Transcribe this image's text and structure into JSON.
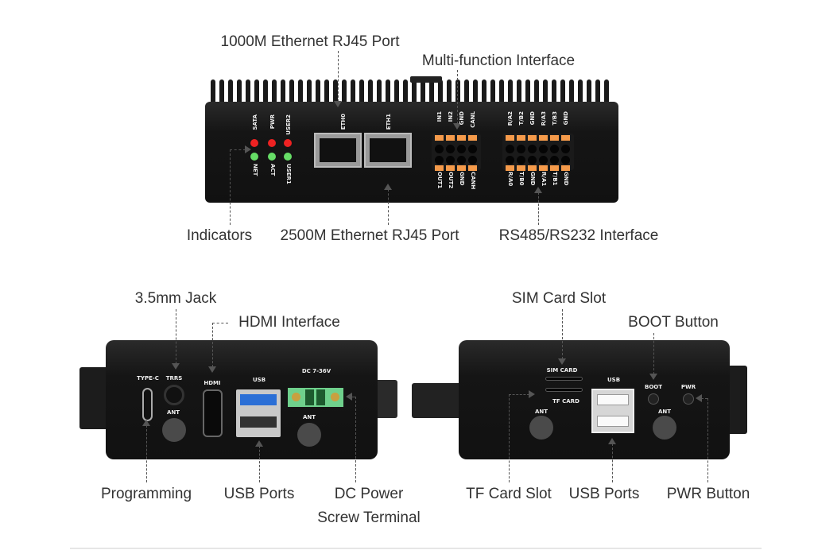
{
  "top_view": {
    "callouts": {
      "eth_1000m": "1000M Ethernet RJ45 Port",
      "multi_function": "Multi-function Interface",
      "indicators": "Indicators",
      "eth_2500m": "2500M Ethernet RJ45 Port",
      "rs485_rs232": "RS485/RS232 Interface"
    },
    "led_labels_top": [
      "SATA",
      "PWR",
      "USER2"
    ],
    "led_labels_bottom": [
      "NET",
      "ACT",
      "USER1"
    ],
    "port_labels": [
      "ETH0",
      "ETH1"
    ],
    "mf_top": [
      "IN1",
      "IN2",
      "GND",
      "CANL"
    ],
    "mf_bottom": [
      "OUT1",
      "OUT2",
      "GND",
      "CANH"
    ],
    "rs_top": [
      "R/A2",
      "T/B2",
      "GND",
      "R/A3",
      "T/B3",
      "GND"
    ],
    "rs_bottom": [
      "R/A0",
      "T/B0",
      "GND",
      "R/A1",
      "T/B1",
      "GND"
    ]
  },
  "left_view": {
    "callouts": {
      "jack": "3.5mm Jack",
      "hdmi": "HDMI Interface",
      "programming": "Programming",
      "usb": "USB Ports",
      "dc_line1": "DC Power",
      "dc_line2": "Screw Terminal"
    },
    "print": {
      "typec": "TYPE-C",
      "trrs": "TRRS",
      "hdmi": "HDMI",
      "usb": "USB",
      "dc": "DC 7-36V",
      "ant": "ANT"
    }
  },
  "right_view": {
    "callouts": {
      "sim": "SIM Card Slot",
      "boot": "BOOT Button",
      "tf": "TF Card Slot",
      "usb": "USB Ports",
      "pwr": "PWR Button"
    },
    "print": {
      "sim": "SIM CARD",
      "tf": "TF CARD",
      "usb": "USB",
      "boot": "BOOT",
      "pwr": "PWR",
      "ant": "ANT"
    }
  }
}
